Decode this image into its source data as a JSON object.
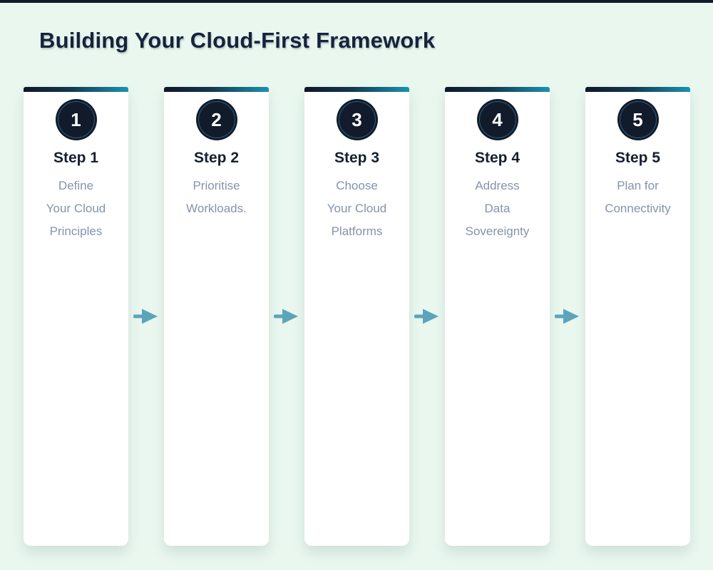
{
  "page": {
    "title": "Building Your Cloud-First Framework"
  },
  "colors": {
    "background_mint": "#e9f7ef",
    "navy_dark": "#111b2b",
    "title_navy": "#16233c",
    "accent_teal": "#1b93b0",
    "badge_ring_teal": "#2b607a",
    "arrow_teal": "#5ca4bc",
    "description_gray_blue": "#8493ab",
    "card_white": "#ffffff"
  },
  "steps": [
    {
      "number": "1",
      "label": "Step 1",
      "description": "Define\nYour Cloud\nPrinciples"
    },
    {
      "number": "2",
      "label": "Step 2",
      "description": "Prioritise\nWorkloads."
    },
    {
      "number": "3",
      "label": "Step 3",
      "description": "Choose\nYour Cloud\nPlatforms"
    },
    {
      "number": "4",
      "label": "Step 4",
      "description": "Address\nData\nSovereignty"
    },
    {
      "number": "5",
      "label": "Step 5",
      "description": "Plan for\nConnectivity"
    }
  ]
}
